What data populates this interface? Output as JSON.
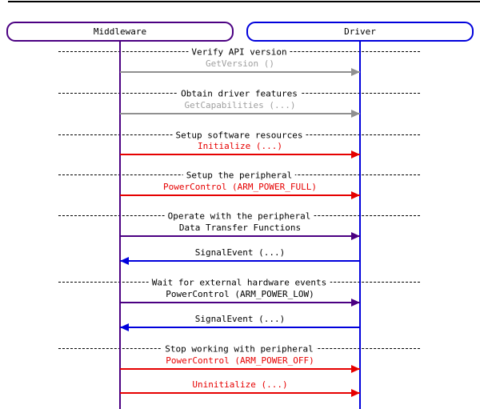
{
  "diagram_type": "sequence-diagram",
  "entities": [
    {
      "label": "Middleware",
      "border_color": "#4B0082"
    },
    {
      "label": "Driver",
      "border_color": "#0000DC"
    }
  ],
  "separators": [
    {
      "label": "Verify API version"
    },
    {
      "label": "Obtain driver features"
    },
    {
      "label": "Setup software resources"
    },
    {
      "label": "Setup the peripheral"
    },
    {
      "label": "Operate with the peripheral"
    },
    {
      "label": "Wait for external hardware events"
    },
    {
      "label": "Stop working with peripheral"
    }
  ],
  "messages": [
    {
      "label": "GetVersion ()",
      "from": "Middleware",
      "to": "Driver",
      "color": "#909090"
    },
    {
      "label": "GetCapabilities (...)",
      "from": "Middleware",
      "to": "Driver",
      "color": "#909090"
    },
    {
      "label": "Initialize (...)",
      "from": "Middleware",
      "to": "Driver",
      "color": "#E60000"
    },
    {
      "label": "PowerControl (ARM_POWER_FULL)",
      "from": "Middleware",
      "to": "Driver",
      "color": "#E60000"
    },
    {
      "label": "Data Transfer Functions",
      "from": "Middleware",
      "to": "Driver",
      "color": "#4B0082"
    },
    {
      "label": "SignalEvent (...)",
      "from": "Driver",
      "to": "Middleware",
      "color": "#0000DC"
    },
    {
      "label": "PowerControl (ARM_POWER_LOW)",
      "from": "Middleware",
      "to": "Driver",
      "color": "#4B0082"
    },
    {
      "label": "SignalEvent (...)",
      "from": "Driver",
      "to": "Middleware",
      "color": "#0000DC"
    },
    {
      "label": "PowerControl (ARM_POWER_OFF)",
      "from": "Middleware",
      "to": "Driver",
      "color": "#E60000"
    },
    {
      "label": "Uninitialize (...)",
      "from": "Middleware",
      "to": "Driver",
      "color": "#E60000"
    }
  ],
  "colors": {
    "middleware_lifeline": "#4B0082",
    "driver_lifeline": "#0000DC",
    "gray_message": "#909090",
    "red_message": "#E60000",
    "purple_message": "#4B0082",
    "blue_message": "#0000DC",
    "separator_line": "#000000",
    "background": "#FFFFFF"
  }
}
